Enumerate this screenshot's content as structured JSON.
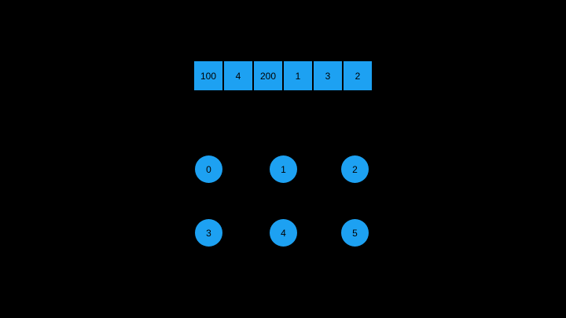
{
  "colors": {
    "background": "#000000",
    "shape_fill": "#1DA1F2",
    "shape_text": "#000000"
  },
  "array": {
    "cells": [
      "100",
      "4",
      "200",
      "1",
      "3",
      "2"
    ]
  },
  "nodes": {
    "labels": [
      "0",
      "1",
      "2",
      "3",
      "4",
      "5"
    ]
  }
}
